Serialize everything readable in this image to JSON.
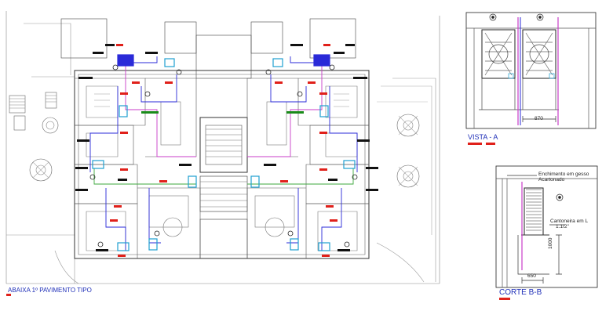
{
  "labels": {
    "plan_title": "ABAIXA 1º PAVIMENTO TIPO",
    "vista_title": "VISTA - A",
    "corte_title": "CORTE B-B",
    "enchimento_line1": "Enchimento em gesso",
    "enchimento_line2": "Acartonado",
    "cantoneira_line1": "Cantoneira em L",
    "cantoneira_line2": "1.1/2\"",
    "dim_vista_870": "870",
    "dim_corte_1000": "1000",
    "dim_corte_650": "650"
  },
  "colors": {
    "wall": "#444444",
    "annotation_blue": "#1f2fb8",
    "drain_line": "#2a2ad8",
    "refrigerant_pink": "#c83cc8",
    "refrigerant_green": "#3ea83e",
    "marker_red": "#e0201a",
    "cyan_unit": "#1e9fd0",
    "black_tag": "#111111"
  }
}
